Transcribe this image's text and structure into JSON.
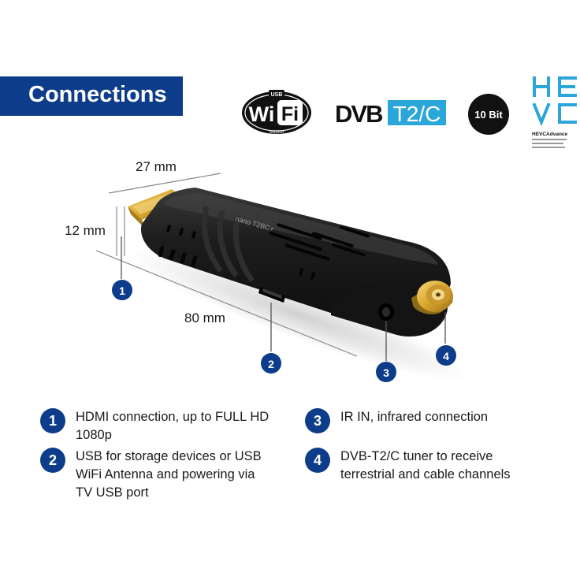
{
  "banner": {
    "title": "Connections"
  },
  "logos": {
    "wifi": {
      "top_text": "USB",
      "main_left": "Wi",
      "main_right": "Fi",
      "bottom_text": "Support",
      "icon": "wifi-usb-logo"
    },
    "dvb": {
      "left": "DVB",
      "right": "T2/C",
      "icon": "dvb-t2c-logo"
    },
    "ten_bit": "10 Bit",
    "hevc": {
      "icon": "hevc-advance-logo",
      "caption": "HEVCAdvance"
    }
  },
  "device": {
    "brand_text": "nano T2BC+",
    "dim_width": "27 mm",
    "dim_height": "12 mm",
    "dim_length": "80 mm",
    "markers": [
      "1",
      "2",
      "3",
      "4"
    ]
  },
  "features": [
    {
      "number": "1",
      "text": "HDMI connection, up to FULL HD\n1080p"
    },
    {
      "number": "2",
      "text": "USB for storage devices or USB\nWiFi Antenna and powering via\nTV USB port"
    },
    {
      "number": "3",
      "text": "IR IN, infrared connection"
    },
    {
      "number": "4",
      "text": "DVB-T2/C tuner to receive\nterrestrial and cable channels"
    }
  ],
  "colors": {
    "accent": "#0d3d8a",
    "dvb_cyan": "#2ba6d9",
    "device_body": "#1b1b1b",
    "hdmi_gold": "#e5b93a"
  }
}
